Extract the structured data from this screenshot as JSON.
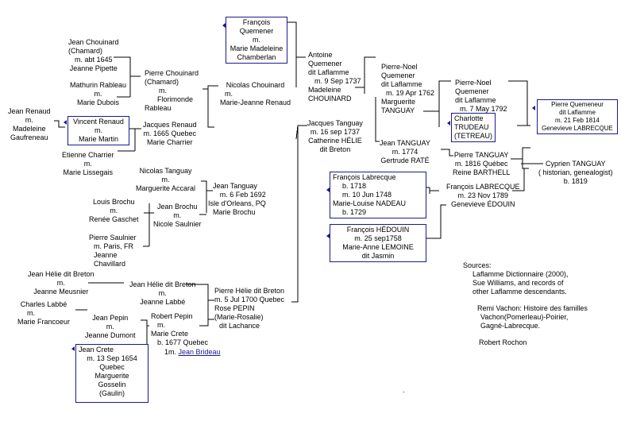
{
  "nodes": {
    "francois_quemener": [
      "François",
      "Quemener",
      "m.",
      "Marie Madeleine",
      "Chamberlan"
    ],
    "antoine_quemener": [
      "Antoine",
      "Quemener",
      "dit Laflamme",
      "m. 9 Sep 1737",
      "Madeleine",
      "CHOUINARD"
    ],
    "pierre_noel_1": [
      "Pierre-Noel",
      "Quemener",
      "dit Laflamme",
      "m. 19 Apr 1762",
      "Marguerite",
      "TANGUAY"
    ],
    "pierre_noel_2": [
      "Pierre-Noel",
      "Quemener",
      "dit Laflamme",
      "m. 7 May 1792"
    ],
    "charlotte": [
      "Charlotte",
      "TRUDEAU",
      "(TETREAU)"
    ],
    "pierre_quemener": [
      "Pierre Quemeneur",
      "dit Laflamme",
      "m. 21 Feb 1814",
      "Genevieve LABRECQUE"
    ],
    "jean_chouinard": [
      "Jean Chouinard",
      "(Chamard)",
      "m. abt 1645",
      "Jeanne Pipette"
    ],
    "pierre_chouinard": [
      "Pierre Chouinard",
      "(Chamard)",
      "m.",
      "Florimonde",
      "Rableau"
    ],
    "mathurin": [
      "Mathurin Rableau",
      "m.",
      "Marie Dubois"
    ],
    "nicolas_chouinard": [
      "Nicolas Chouinard",
      "m.",
      "Marie-Jeanne Renaud"
    ],
    "jean_renaud": [
      "Jean Renaud",
      "m.",
      "Madeleine",
      "Gaufreneau"
    ],
    "vincent_renaud": [
      "Vincent Renaud",
      "m.",
      "Marie Martin"
    ],
    "jacques_renaud": [
      "Jacques Renaud",
      "m. 1665 Quebec",
      "Marie Charrier"
    ],
    "etienne": [
      "Etienne Charrier",
      "m.",
      "Marie Lissegais"
    ],
    "jacques_tanguay": [
      "Jacques Tanguay",
      "m. 16 sep 1737",
      "Catherine HÉLIE",
      "dit Breton"
    ],
    "jean_tanguay_1774": [
      "Jean TANGUAY",
      "m. 1774",
      "Gertrude RATÉ"
    ],
    "pierre_tanguay": [
      "Pierre TANGUAY",
      "m. 1816 Québec",
      "Reine BARTHELL"
    ],
    "cyprien": [
      "Cyprien TANGUAY",
      "( historian, genealogist)",
      "b. 1819"
    ],
    "nicolas_tanguay": [
      "Nicolas Tanguay",
      "m.",
      "Marguerite Accaral"
    ],
    "jean_tanguay_1692": [
      "Jean Tanguay",
      "m. 6 Feb 1692",
      "Isle d'Orleans, PQ",
      "Marie Brochu"
    ],
    "louis_brochu": [
      "Louis Brochu",
      "m.",
      "Renée Gaschet"
    ],
    "jean_brochu": [
      "Jean Brochu",
      "m.",
      "Nicole Saulnier"
    ],
    "pierre_saulnier": [
      "Pierre Saulnier",
      "m. Paris, FR",
      "Jeanne",
      "Chavillard"
    ],
    "francois_labrecque": [
      "François Labrecque",
      "b. 1718",
      "m. 10 Jun 1748",
      "Marie-Louise NADEAU",
      "b. 1729"
    ],
    "francois_labrecque_1789": [
      "François LABRECQUE",
      "m. 23 Nov 1789",
      "Genevieve ÉDOUIN"
    ],
    "francois_hedouin": [
      "François HÉDOUIN",
      "m. 25 sep1758",
      "Marie-Anne LEMOINE",
      "dit Jasmin"
    ],
    "jean_helie_1": [
      "Jean Hélie dit Breton",
      "m.",
      "Jeanne Meusnier"
    ],
    "jean_helie_2": [
      "Jean Hélie dit Breton",
      "m.",
      "Jeanne Labbé"
    ],
    "pierre_helie": [
      "Pierre Hélie dit Breton",
      "m. 5 Jul 1700 Quebec",
      "Rose PEPIN",
      "(Marie-Rosalie)",
      "dit Lachance"
    ],
    "charles_labbe": [
      "Charles Labbé",
      "m.",
      "Marie Francoeur"
    ],
    "jean_pepin": [
      "Jean Pepin",
      "m.",
      "Jeanne Dumont"
    ],
    "robert_pepin": [
      "Robert Pepin",
      "m.",
      "Marie Crete",
      "b. 1677 Quebec"
    ],
    "robert_pepin_1m": [
      "1m. ",
      "Jean Brideau"
    ],
    "jean_crete": [
      "Jean Crete",
      "m. 13 Sep 1654",
      "Quebec",
      "Marguerite",
      "Gosselin",
      "(Gaulin)"
    ]
  },
  "sources": {
    "heading": "Sources:",
    "block1": [
      "Laflamme Dictionnaire (2000),",
      "Sue Williams, and records of",
      "other Laflamme descendants."
    ],
    "block2": [
      "Remi Vachon: Histoire des familles",
      "Vachon(Pomerleau)-Poirier,",
      "Gagné-Labrecque."
    ],
    "block3": "Robert Rochon",
    "dot": "."
  },
  "colors": {
    "box_border": "#1a1a8c",
    "lines": "#000000",
    "text": "#000000"
  }
}
